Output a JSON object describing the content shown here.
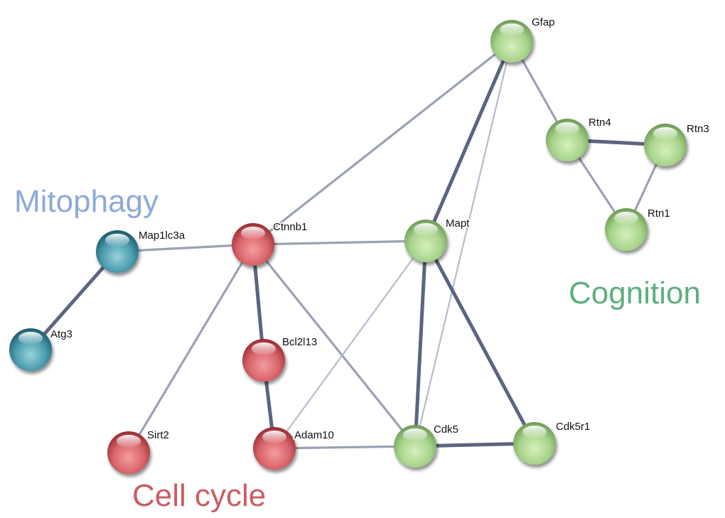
{
  "clusters": [
    {
      "id": "mitophagy",
      "label": "Mitophagy",
      "color": "#8eaad6"
    },
    {
      "id": "cellcycle",
      "label": "Cell cycle",
      "color": "#cc5c64"
    },
    {
      "id": "cognition",
      "label": "Cognition",
      "color": "#5fae80"
    }
  ],
  "colors": {
    "teal": "#3a8fa0",
    "red": "#d65a60",
    "green": "#9ccc80",
    "edge_weak": "#b6bccc",
    "edge_mid": "#9aa1b4",
    "edge_strong": "#5c6480"
  },
  "nodes": [
    {
      "id": "Gfap",
      "label": "Gfap",
      "group": "green"
    },
    {
      "id": "Rtn4",
      "label": "Rtn4",
      "group": "green"
    },
    {
      "id": "Rtn3",
      "label": "Rtn3",
      "group": "green"
    },
    {
      "id": "Rtn1",
      "label": "Rtn1",
      "group": "green"
    },
    {
      "id": "Mapt",
      "label": "Mapt",
      "group": "green"
    },
    {
      "id": "Cdk5",
      "label": "Cdk5",
      "group": "green"
    },
    {
      "id": "Cdk5r1",
      "label": "Cdk5r1",
      "group": "green"
    },
    {
      "id": "Ctnnb1",
      "label": "Ctnnb1",
      "group": "red"
    },
    {
      "id": "Bcl2l13",
      "label": "Bcl2l13",
      "group": "red"
    },
    {
      "id": "Adam10",
      "label": "Adam10",
      "group": "red"
    },
    {
      "id": "Sirt2",
      "label": "Sirt2",
      "group": "red"
    },
    {
      "id": "Map1lc3a",
      "label": "Map1lc3a",
      "group": "teal"
    },
    {
      "id": "Atg3",
      "label": "Atg3",
      "group": "teal"
    }
  ],
  "edges": [
    {
      "source": "Map1lc3a",
      "target": "Atg3",
      "strength": "strong"
    },
    {
      "source": "Map1lc3a",
      "target": "Ctnnb1",
      "strength": "mid"
    },
    {
      "source": "Ctnnb1",
      "target": "Gfap",
      "strength": "mid"
    },
    {
      "source": "Ctnnb1",
      "target": "Mapt",
      "strength": "mid"
    },
    {
      "source": "Ctnnb1",
      "target": "Bcl2l13",
      "strength": "strong"
    },
    {
      "source": "Ctnnb1",
      "target": "Sirt2",
      "strength": "mid"
    },
    {
      "source": "Ctnnb1",
      "target": "Cdk5",
      "strength": "mid"
    },
    {
      "source": "Bcl2l13",
      "target": "Adam10",
      "strength": "strong"
    },
    {
      "source": "Adam10",
      "target": "Cdk5",
      "strength": "mid"
    },
    {
      "source": "Adam10",
      "target": "Mapt",
      "strength": "weak"
    },
    {
      "source": "Gfap",
      "target": "Mapt",
      "strength": "strong"
    },
    {
      "source": "Gfap",
      "target": "Cdk5",
      "strength": "weak"
    },
    {
      "source": "Gfap",
      "target": "Rtn4",
      "strength": "mid"
    },
    {
      "source": "Rtn4",
      "target": "Rtn3",
      "strength": "strong"
    },
    {
      "source": "Rtn4",
      "target": "Rtn1",
      "strength": "mid"
    },
    {
      "source": "Rtn3",
      "target": "Rtn1",
      "strength": "mid"
    },
    {
      "source": "Mapt",
      "target": "Cdk5",
      "strength": "strong"
    },
    {
      "source": "Mapt",
      "target": "Cdk5r1",
      "strength": "strong"
    },
    {
      "source": "Cdk5",
      "target": "Cdk5r1",
      "strength": "strong"
    }
  ]
}
